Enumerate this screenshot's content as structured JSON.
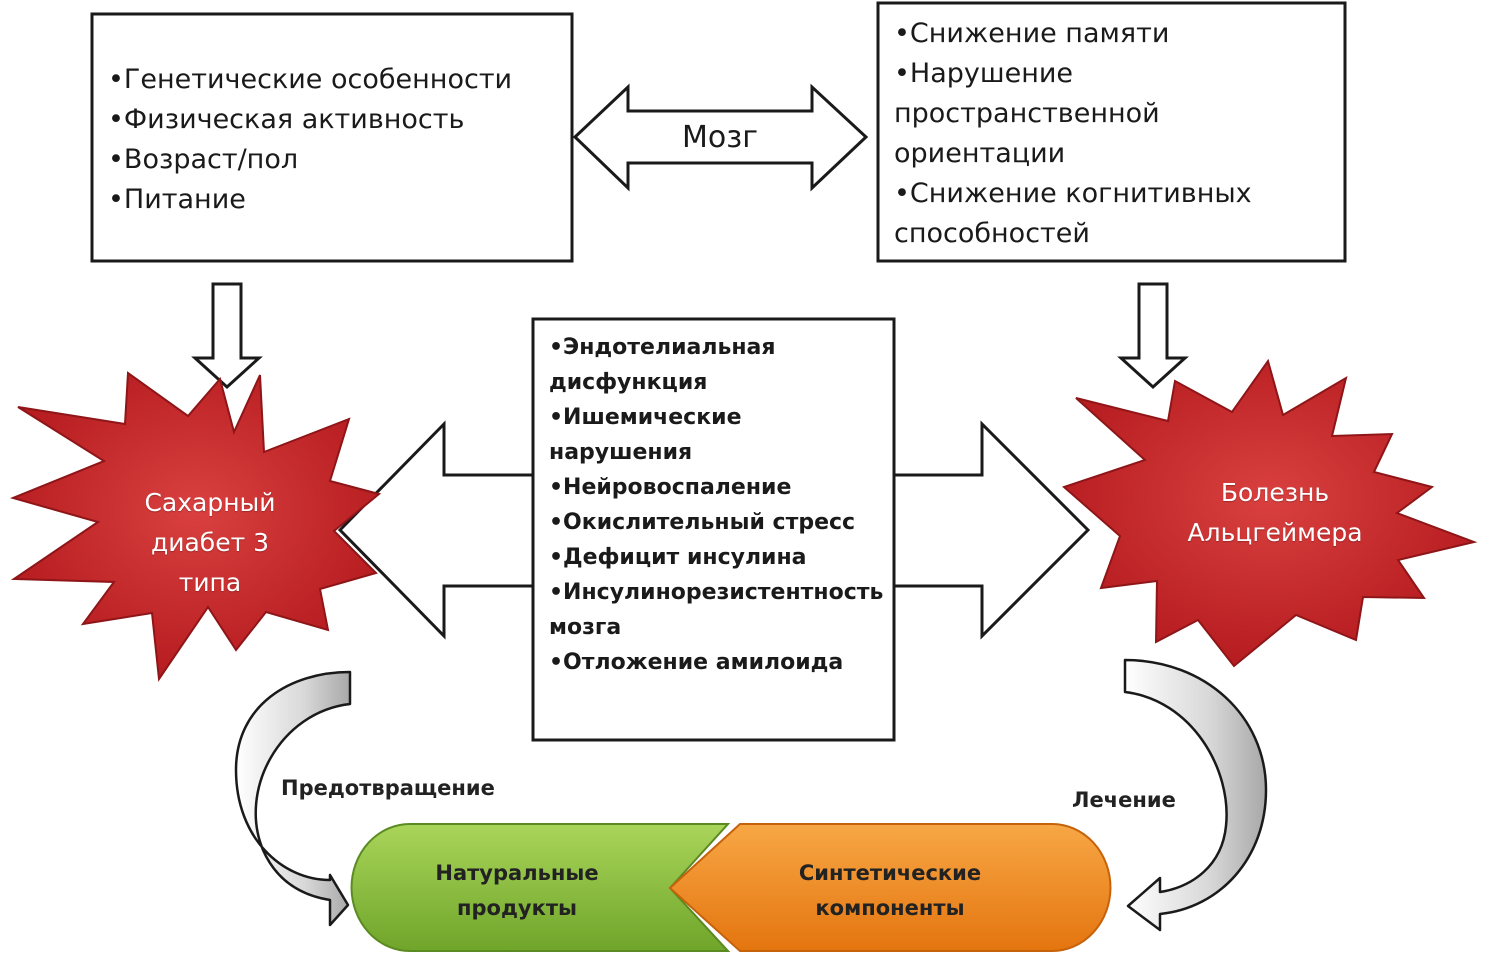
{
  "colors": {
    "star": "#c8262b",
    "star_dark": "#8e1518",
    "pill_green": "#8fc33d",
    "pill_orange": "#f08a1d",
    "outline": "#1a1a1a"
  },
  "factors_box": {
    "items": [
      "•Генетические особенности",
      "•Физическая активность",
      "•Возраст/пол",
      "•Питание"
    ]
  },
  "brain_arrow": {
    "label": "Мозг"
  },
  "symptoms_box": {
    "lines": [
      "•Снижение памяти",
      "•Нарушение",
      "пространственной",
      "ориентации",
      "•Снижение когнитивных",
      "способностей"
    ]
  },
  "mechanisms_box": {
    "lines": [
      "•Эндотелиальная",
      "дисфункция",
      "•Ишемические",
      "нарушения",
      "•Нейровоспаление",
      "•Окислительный стресс",
      "•Дефицит инсулина",
      "•Инсулинорезистентность",
      "мозга",
      "•Отложение амилоида"
    ]
  },
  "left_star": {
    "lines": [
      "Сахарный",
      "диабет 3",
      "типа"
    ]
  },
  "right_star": {
    "lines": [
      "Болезнь",
      "Альцгеймера"
    ]
  },
  "prevention_label": "Предотвращение",
  "treatment_label": "Лечение",
  "natural_pill": {
    "lines": [
      "Натуральные",
      "продукты"
    ]
  },
  "synthetic_pill": {
    "lines": [
      "Синтетические",
      "компоненты"
    ]
  }
}
